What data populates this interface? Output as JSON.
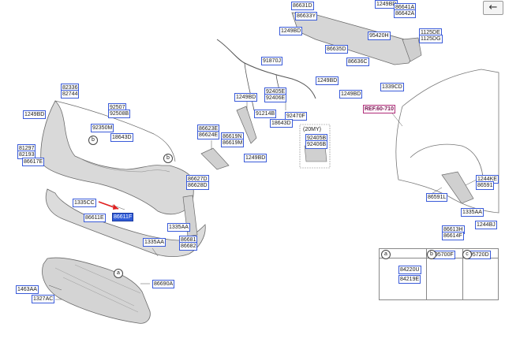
{
  "nav": {
    "back_icon": "arrow-left-icon",
    "back_glyph": "←"
  },
  "labels": [
    {
      "id": "86631D",
      "text": "86631D"
    },
    {
      "id": "1249BD-t1",
      "text": "1249BD"
    },
    {
      "id": "86633Y",
      "text": "86633Y"
    },
    {
      "id": "86641A",
      "text": "86641A"
    },
    {
      "id": "86642A",
      "text": "86642A"
    },
    {
      "id": "1125DE",
      "text": "1125DE"
    },
    {
      "id": "1125DG",
      "text": "1125DG"
    },
    {
      "id": "1249BD-t2",
      "text": "1249BD"
    },
    {
      "id": "95420H",
      "text": "95420H"
    },
    {
      "id": "86635D",
      "text": "86635D"
    },
    {
      "id": "91870J",
      "text": "91870J"
    },
    {
      "id": "86636C",
      "text": "86636C"
    },
    {
      "id": "1249BD-t3",
      "text": "1249BD"
    },
    {
      "id": "1249BD-t4",
      "text": "1249BD"
    },
    {
      "id": "1339CD",
      "text": "1339CD"
    },
    {
      "id": "82336",
      "text": "82336"
    },
    {
      "id": "82744",
      "text": "82744"
    },
    {
      "id": "1249BD-l1",
      "text": "1249BD"
    },
    {
      "id": "92507",
      "text": "92507"
    },
    {
      "id": "92508B",
      "text": "92508B"
    },
    {
      "id": "92405E",
      "text": "92405E"
    },
    {
      "id": "92406E",
      "text": "92406E"
    },
    {
      "id": "1249BD-m1",
      "text": "1249BD"
    },
    {
      "id": "91214B",
      "text": "91214B"
    },
    {
      "id": "92470F",
      "text": "92470F"
    },
    {
      "id": "18643D-m",
      "text": "18643D"
    },
    {
      "id": "92350M",
      "text": "92350M"
    },
    {
      "id": "18643D-l",
      "text": "18643D"
    },
    {
      "id": "86623E",
      "text": "86623E"
    },
    {
      "id": "86624E",
      "text": "86624E"
    },
    {
      "id": "86619N",
      "text": "86619N"
    },
    {
      "id": "86619M",
      "text": "86619M"
    },
    {
      "id": "20MY",
      "text": "(20MY)"
    },
    {
      "id": "92405B",
      "text": "92405B"
    },
    {
      "id": "92406B",
      "text": "92406B"
    },
    {
      "id": "1249BD-m2",
      "text": "1249BD"
    },
    {
      "id": "81297",
      "text": "81297"
    },
    {
      "id": "82193",
      "text": "82193"
    },
    {
      "id": "86617E",
      "text": "86617E"
    },
    {
      "id": "86627D",
      "text": "86627D"
    },
    {
      "id": "86628D",
      "text": "86628D"
    },
    {
      "id": "1335CC",
      "text": "1335CC"
    },
    {
      "id": "86611F-hl",
      "text": "86611F"
    },
    {
      "id": "86611E",
      "text": "86611E"
    },
    {
      "id": "1335AA-m",
      "text": "1335AA"
    },
    {
      "id": "1335AA-l",
      "text": "1335AA"
    },
    {
      "id": "86681",
      "text": "86681"
    },
    {
      "id": "86682",
      "text": "86682"
    },
    {
      "id": "86690A",
      "text": "86690A"
    },
    {
      "id": "1463AA",
      "text": "1463AA"
    },
    {
      "id": "1327AC",
      "text": "1327AC"
    },
    {
      "id": "REF60-710",
      "text": "REF.60-710"
    },
    {
      "id": "1244KE",
      "text": "1244KE"
    },
    {
      "id": "86591",
      "text": "86591"
    },
    {
      "id": "86591L",
      "text": "86591L"
    },
    {
      "id": "1335AA-r",
      "text": "1335AA"
    },
    {
      "id": "1244BJ",
      "text": "1244BJ"
    },
    {
      "id": "86613H",
      "text": "86613H"
    },
    {
      "id": "86614F",
      "text": "86614F"
    },
    {
      "id": "95700F",
      "text": "95700F"
    },
    {
      "id": "95720D",
      "text": "95720D"
    },
    {
      "id": "84220U",
      "text": "84220U"
    },
    {
      "id": "84219E",
      "text": "84219E"
    }
  ],
  "circles": [
    {
      "id": "b-top",
      "text": "b"
    },
    {
      "id": "b-right",
      "text": "b"
    },
    {
      "id": "a-skid",
      "text": "a"
    },
    {
      "id": "a-leg",
      "text": "a"
    },
    {
      "id": "b-leg",
      "text": "b"
    },
    {
      "id": "c-leg",
      "text": "c"
    }
  ],
  "colors": {
    "label_border": "#3a5bd9",
    "highlight": "#2f5bd8",
    "ref": "#b0307a",
    "parts": "#d9d9d9",
    "outline": "#6b6b6b"
  }
}
